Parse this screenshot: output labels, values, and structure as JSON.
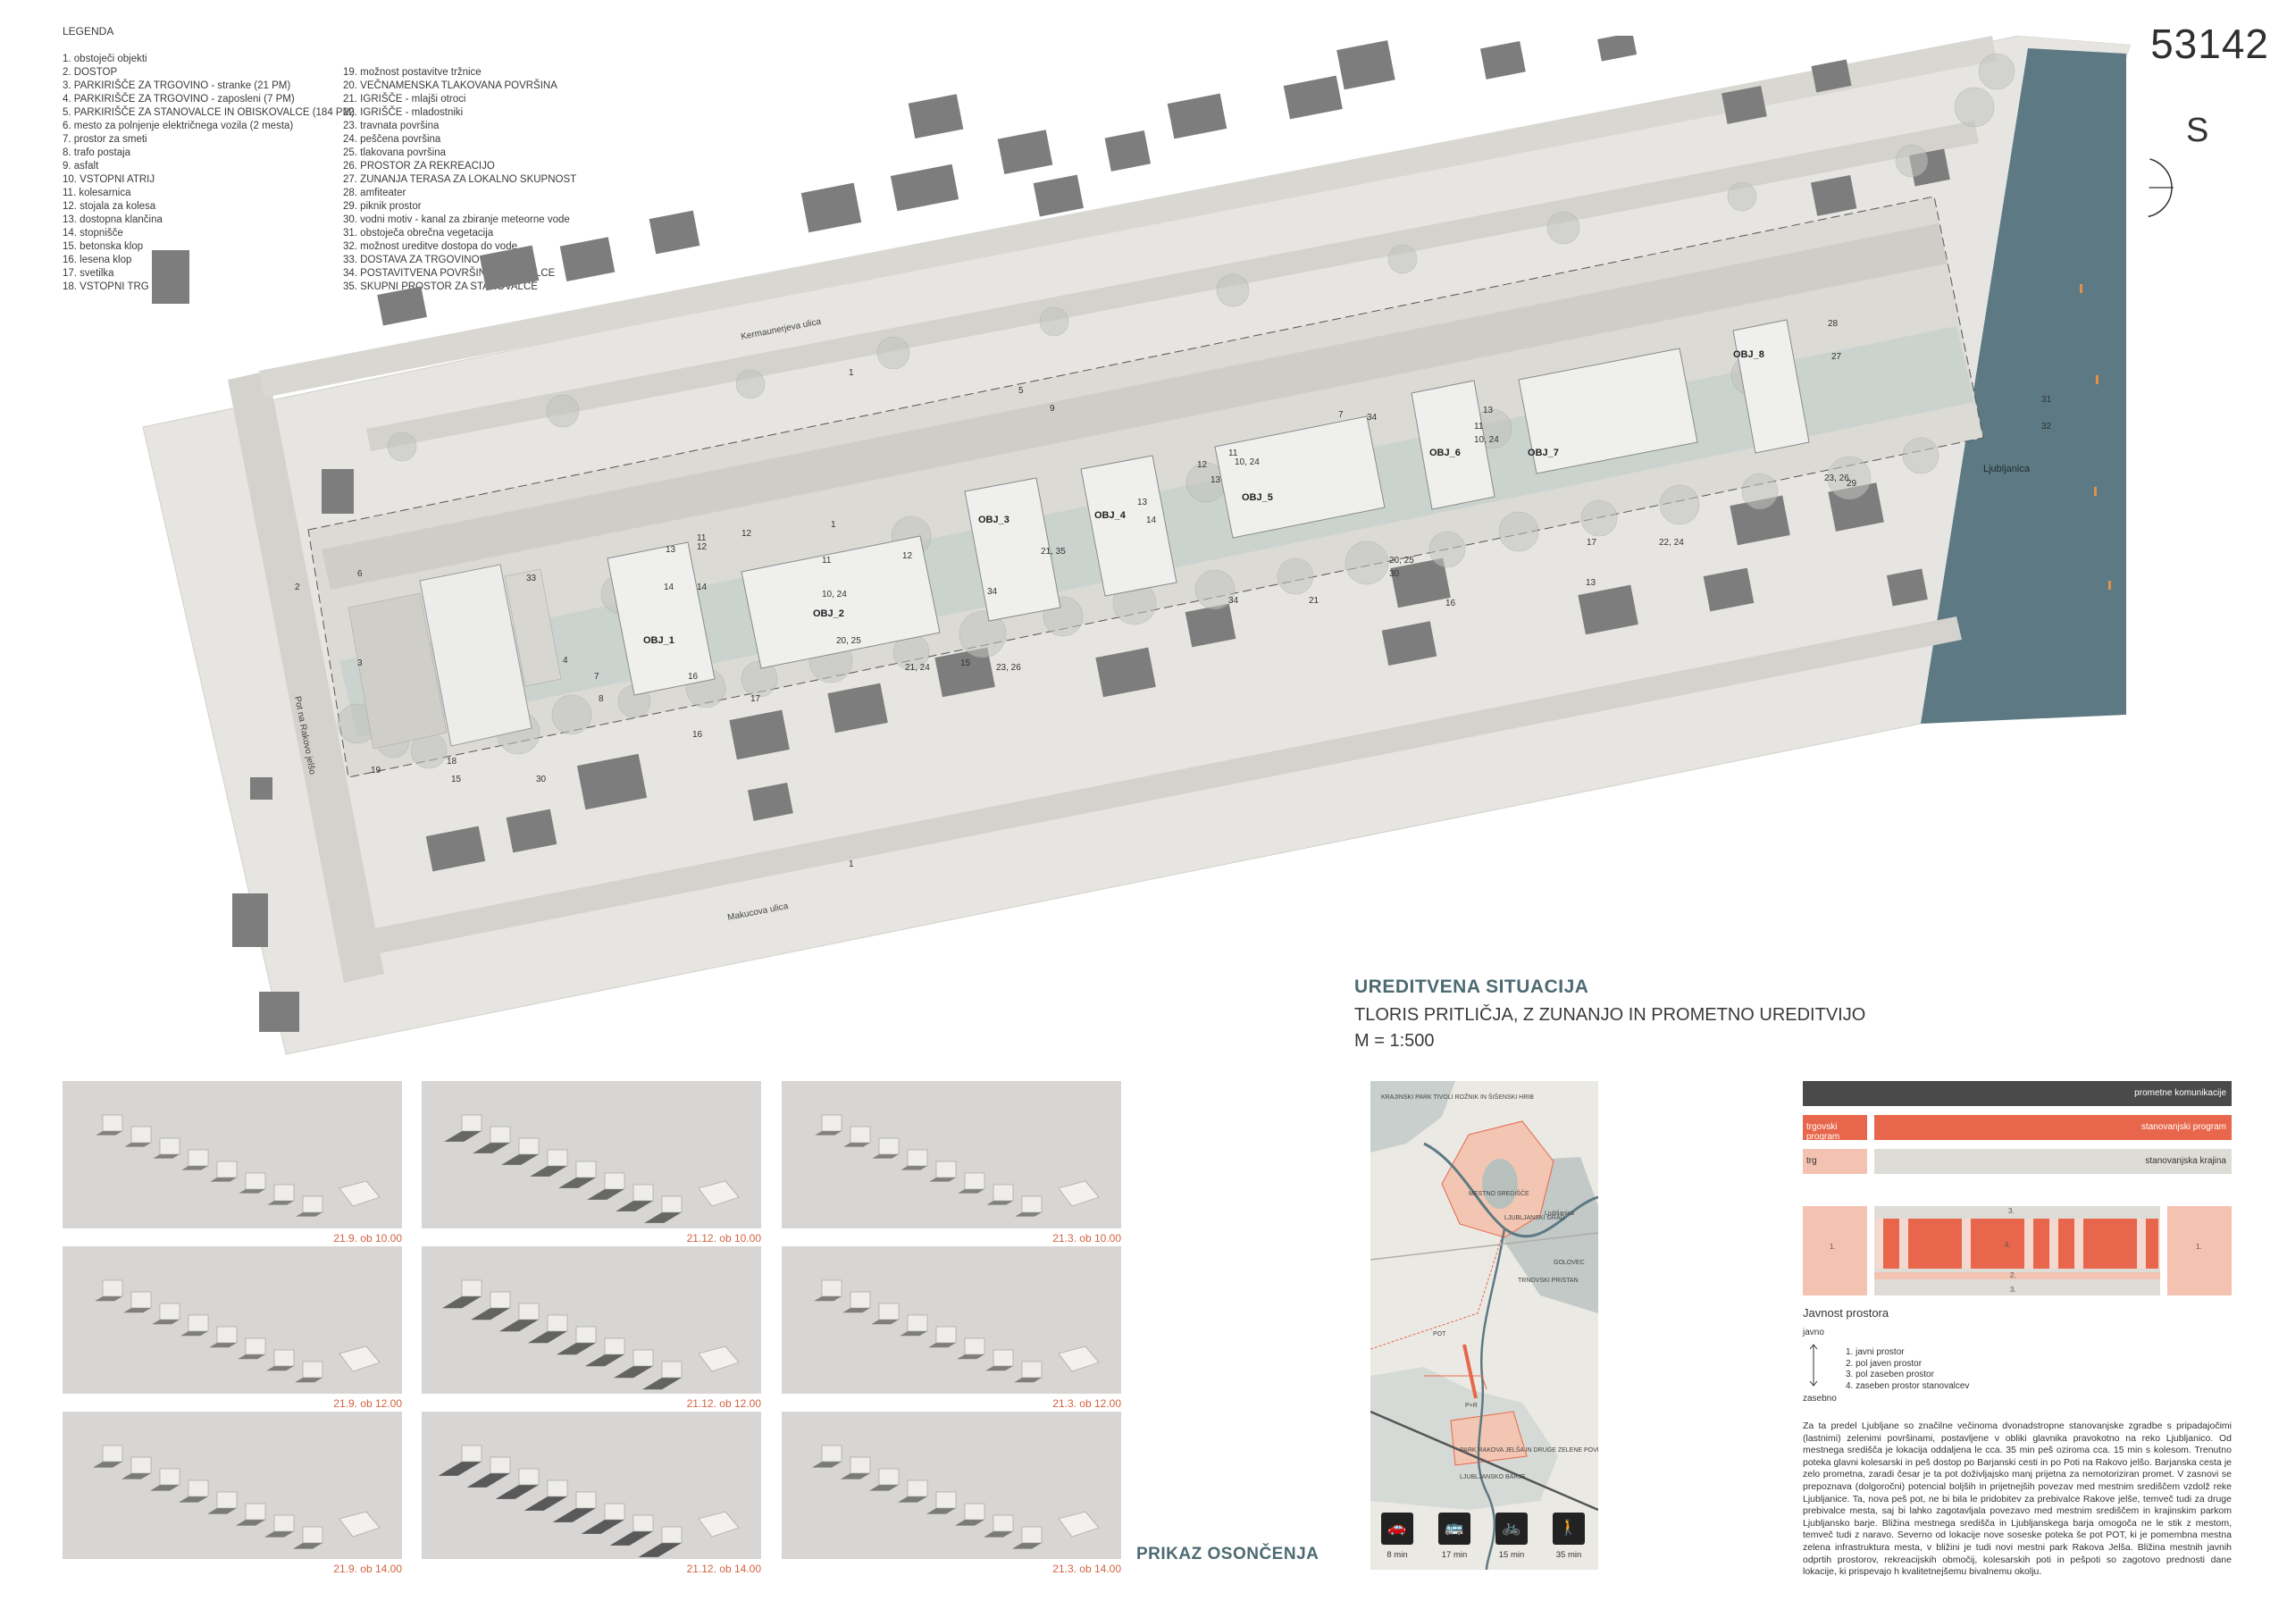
{
  "project_number": "53142",
  "north_label": "S",
  "legend": {
    "title": "LEGENDA",
    "items_col1": [
      "1. obstoječi objekti",
      "2. DOSTOP",
      "3. PARKIRIŠČE ZA TRGOVINO - stranke (21 PM)",
      "4. PARKIRIŠČE ZA TRGOVINO - zaposleni (7 PM)",
      "5. PARKIRIŠČE ZA STANOVALCE IN OBISKOVALCE (184 PM)",
      "6. mesto za polnjenje električnega vozila (2 mesta)",
      "7. prostor za smeti",
      "8. trafo postaja",
      "9. asfalt",
      "10. VSTOPNI ATRIJ",
      "11. kolesarnica",
      "12. stojala za kolesa",
      "13. dostopna klančina",
      "14. stopnišče",
      "15. betonska klop",
      "16. lesena klop",
      "17. svetilka",
      "18. VSTOPNI TRG"
    ],
    "items_col2": [
      "19. možnost postavitve tržnice",
      "20. VEČNAMENSKA TLAKOVANA POVRŠINA",
      "21. IGRIŠČE - mlajši otroci",
      "22. IGRIŠČE - mladostniki",
      "23. travnata površina",
      "24. peščena površina",
      "25. tlakovana površina",
      "26. PROSTOR ZA REKREACIJO",
      "27. ZUNANJA TERASA ZA LOKALNO SKUPNOST",
      "28. amfiteater",
      "29. piknik prostor",
      "30. vodni motiv - kanal za zbiranje meteorne vode",
      "31. obstoječa obrečna vegetacija",
      "32. možnost ureditve dostopa do vode",
      "33. DOSTAVA ZA TRGOVINO",
      "34. POSTAVITVENA POVRŠINA ZA GASILCE",
      "35. SKUPNI PROSTOR ZA STANOVALCE"
    ]
  },
  "site_plan": {
    "street_north": "Kermaunerjeva ulica",
    "street_south": "Makucova ulica",
    "street_west": "Pot na Rakovo jelšo",
    "river": "Ljubljanica",
    "buildings": [
      "OBJ_1",
      "OBJ_2",
      "OBJ_3",
      "OBJ_4",
      "OBJ_5",
      "OBJ_6",
      "OBJ_7",
      "OBJ_8"
    ],
    "markers": [
      "1",
      "1",
      "1",
      "2",
      "3",
      "4",
      "5",
      "6",
      "7",
      "8",
      "9",
      "11",
      "12",
      "13",
      "14",
      "16",
      "17",
      "18",
      "15",
      "19",
      "30",
      "10, 24",
      "11",
      "12",
      "12",
      "21, 35",
      "13",
      "14",
      "11",
      "10, 24",
      "12",
      "7",
      "34",
      "13",
      "11",
      "10, 24",
      "13",
      "27",
      "28",
      "31",
      "32",
      "23, 26",
      "29",
      "22, 24",
      "17",
      "20, 25",
      "30",
      "34",
      "21",
      "16",
      "20, 25",
      "21, 24",
      "15",
      "23, 26",
      "34",
      "33",
      "16",
      "14",
      "13"
    ]
  },
  "plan_title": {
    "line1": "UREDITVENA SITUACIJA",
    "line2": "TLORIS PRITLIČJA, Z ZUNANJO IN PROMETNO UREDITVIJO",
    "line3": "M = 1:500"
  },
  "sun_study": {
    "title": "PRIKAZ OSONČENJA",
    "panels": [
      {
        "caption": "21.9. ob 10.00",
        "shadow": 0.35
      },
      {
        "caption": "21.12. ob 10.00",
        "shadow": 0.9
      },
      {
        "caption": "21.3. ob 10.00",
        "shadow": 0.35
      },
      {
        "caption": "21.9. ob 12.00",
        "shadow": 0.4
      },
      {
        "caption": "21.12. ob 12.00",
        "shadow": 1.0
      },
      {
        "caption": "21.3. ob 12.00",
        "shadow": 0.4
      },
      {
        "caption": "21.9. ob 14.00",
        "shadow": 0.5
      },
      {
        "caption": "21.12. ob 14.00",
        "shadow": 1.2
      },
      {
        "caption": "21.3. ob 14.00",
        "shadow": 0.5
      }
    ]
  },
  "location_map": {
    "labels": {
      "park": "KRAJINSKI PARK TIVOLI\nROŽNIK IN ŠIŠENSKI HRIB",
      "center": "MESTNO SREDIŠČE",
      "castle": "LJUBLJANSKI GRAD",
      "river": "Ljubljanica",
      "trnovo": "TRNOVSKI\nPRISTAN",
      "golovec": "GOLOVEC",
      "pot": "POT",
      "pr": "P+R",
      "rakova": "PARK RAKOVA JELŠA IN\nDRUGE ZELENE POVRŠINE",
      "barje": "LJUBLJANSKO BARJE"
    },
    "transport": [
      {
        "icon": "car-icon",
        "glyph": "🚗",
        "time": "8 min"
      },
      {
        "icon": "bus-icon",
        "glyph": "🚌",
        "time": "17 min"
      },
      {
        "icon": "bike-icon",
        "glyph": "🚲",
        "time": "15 min"
      },
      {
        "icon": "walk-icon",
        "glyph": "🚶",
        "time": "35 min"
      }
    ]
  },
  "diagram": {
    "band1": "prometne komunikacije",
    "band2_left": "trgovski program",
    "band2_right": "stanovanjski program",
    "band3_left": "trg",
    "band3_right": "stanovanjska krajina",
    "block_labels": [
      "1.",
      "2.",
      "3.",
      "4.",
      "3.",
      "2.",
      "3.",
      "1."
    ],
    "colors": {
      "dark": "#4a4a4a",
      "orange": "#e8664b",
      "pink": "#f3c2b1",
      "gray": "#dedcd6"
    }
  },
  "public_space": {
    "title": "Javnost prostora",
    "top": "javno",
    "bottom": "zasebno",
    "items": [
      "1. javni prostor",
      "2. pol javen prostor",
      "3. pol zaseben prostor",
      "4. zaseben prostor stanovalcev"
    ]
  },
  "description": "Za ta predel Ljubljane so značilne večinoma dvonadstropne stanovanjske zgradbe s pripadajočimi (lastnimi) zelenimi površinami, postavljene v obliki glavnika pravokotno na reko Ljubljanico. Od mestnega središča je lokacija oddaljena le cca. 35 min peš oziroma cca. 15 min s kolesom. Trenutno poteka glavni kolesarski in peš dostop po Barjanski cesti in po Poti na Rakovo jelšo. Barjanska cesta je zelo prometna, zaradi česar je ta pot doživljajsko manj prijetna za nemotoriziran promet. V zasnovi se prepoznava (dolgoročni) potencial boljših in prijetnejših povezav med mestnim središčem vzdolž reke Ljubljanice. Ta, nova peš pot, ne bi bila le pridobitev za prebivalce Rakove jelše, temveč tudi za druge prebivalce mesta, saj bi lahko zagotavljala povezavo med mestnim središčem in krajinskim parkom Ljubljansko barje. Bližina mestnega središča in Ljubljanskega barja omogoča ne le stik z mestom, temveč tudi z naravo. Severno od lokacije nove soseske poteka še pot POT, ki je pomembna mestna zelena infrastruktura mesta, v bližini je tudi novi mestni park Rakova Jelša. Bližina mestnih javnih odprtih prostorov, rekreacijskih območij, kolesarskih poti in pešpoti so zagotovo prednosti dane lokacije, ki prispevajo h kvalitetnejšemu bivalnemu okolju."
}
